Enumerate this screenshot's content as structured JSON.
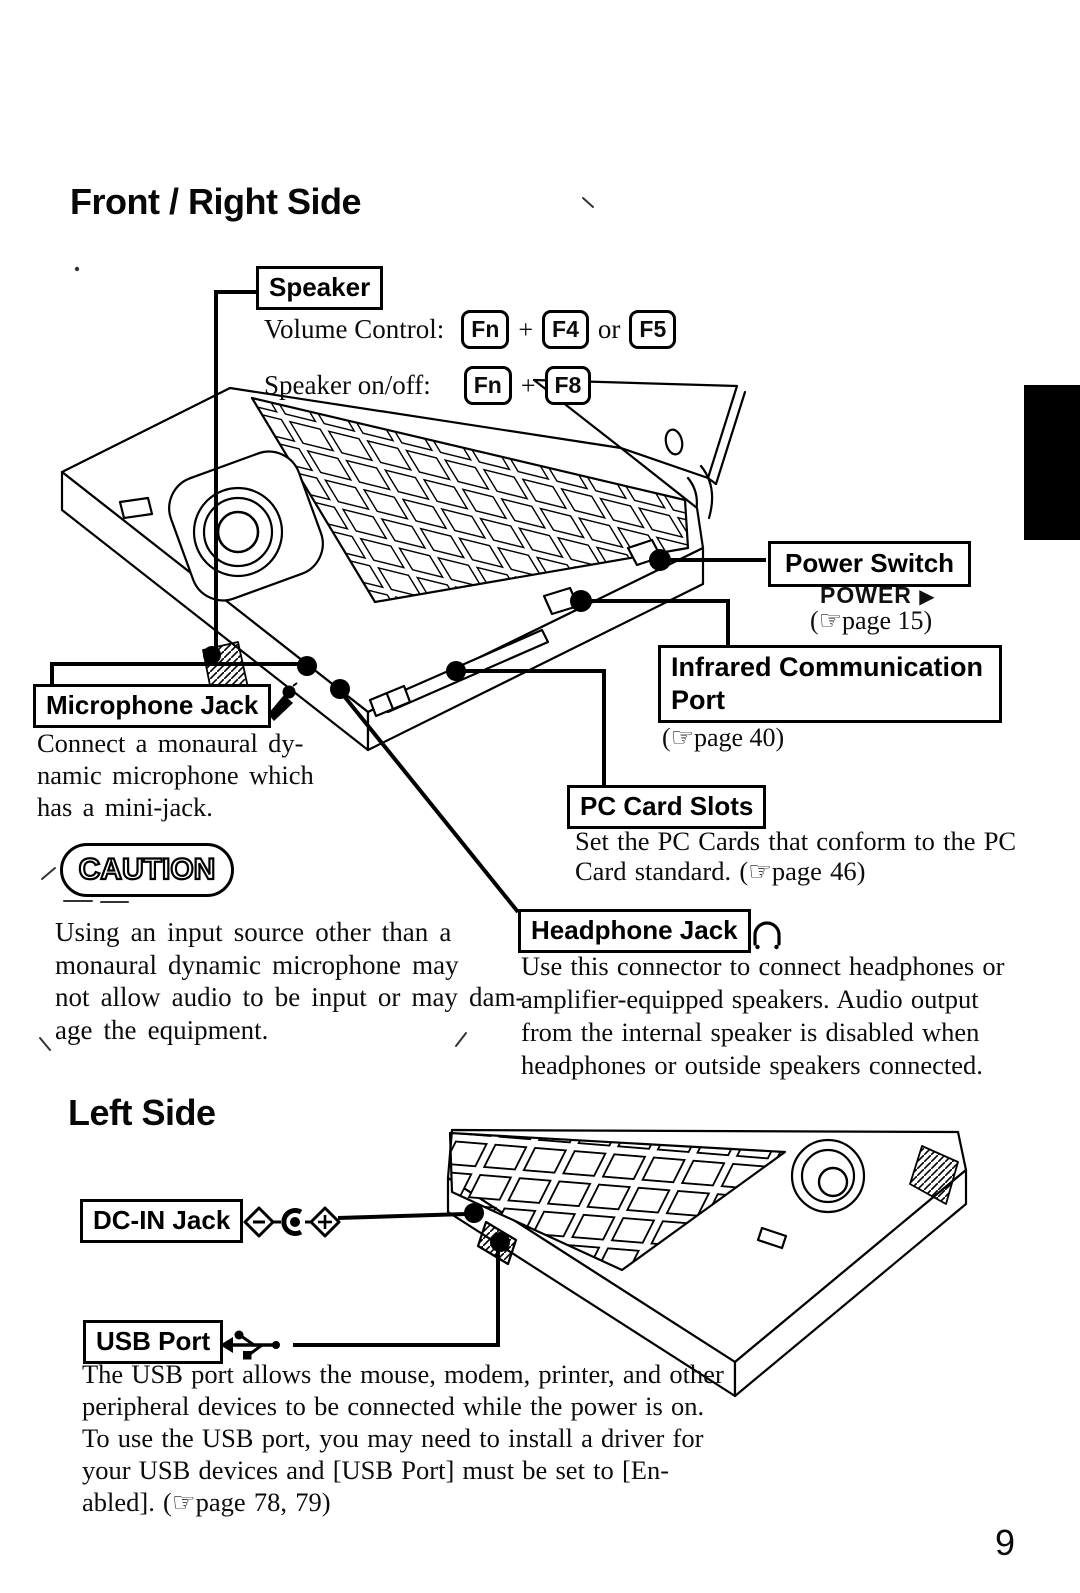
{
  "page_number": "9",
  "front_right": {
    "title": "Front / Right Side",
    "speaker": {
      "label": "Speaker",
      "volume_caption": "Volume Control:",
      "key_fn": "Fn",
      "plus": "+",
      "key_f4": "F4",
      "or": "or",
      "key_f5": "F5",
      "onoff_caption": "Speaker on/off:",
      "key_fn2": "Fn",
      "plus2": "+",
      "key_f8": "F8"
    },
    "power_switch": {
      "label": "Power Switch",
      "power": "POWER",
      "arrow": "▶",
      "page_ref": "(☞page 15)"
    },
    "infrared": {
      "label": "Infrared Communication\nPort",
      "page_ref": "(☞page 40)"
    },
    "pc_card": {
      "label": "PC Card Slots",
      "desc": "Set the PC Cards that conform to the PC\nCard standard. (☞page 46)"
    },
    "microphone": {
      "label": "Microphone Jack",
      "desc": "Connect a monaural dy-\nnamic microphone which\nhas a mini-jack."
    },
    "caution": {
      "badge": "CAUTION",
      "text": "Using an input source other than a\nmonaural dynamic microphone may\nnot allow audio to be input or may dam-\nage the equipment."
    },
    "headphone": {
      "label": "Headphone Jack",
      "desc": "Use this connector to connect headphones or\namplifier-equipped speakers. Audio output\nfrom the internal speaker is disabled when\nheadphones or outside speakers connected."
    }
  },
  "left_side": {
    "title": "Left Side",
    "dc_in": {
      "label": "DC-IN Jack"
    },
    "usb": {
      "label": "USB Port",
      "desc": "The USB port allows the mouse, modem, printer, and other\nperipheral devices to be connected while the power is on.\nTo use the USB port, you may need to install a driver for\nyour USB devices and [USB Port] must be set to [En-\nabled]. (☞page 78, 79)"
    }
  },
  "icons": {
    "microphone": "microphone-icon",
    "headphone": "headphone-icon",
    "dc_polarity": "dc-polarity-icon",
    "usb": "usb-trident-icon",
    "page_hand": "☞",
    "power_arrow": "▶"
  }
}
